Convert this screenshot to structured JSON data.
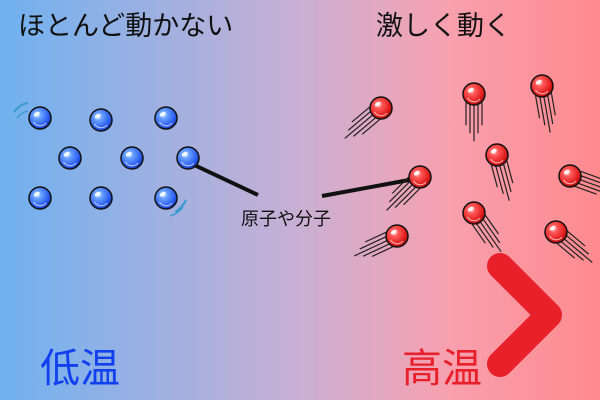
{
  "labels": {
    "slow": "ほとんど動かない",
    "fast": "激しく動く",
    "particles": "原子や分子",
    "low_temp": "低温",
    "high_temp": "高温"
  },
  "colors": {
    "cold_particle": "#2a5cf0",
    "hot_particle": "#e01a1a",
    "low_text": "#1140ee",
    "high_text": "#e8202a",
    "arrow_start": "#1a3cf5",
    "arrow_end": "#f5202a"
  }
}
